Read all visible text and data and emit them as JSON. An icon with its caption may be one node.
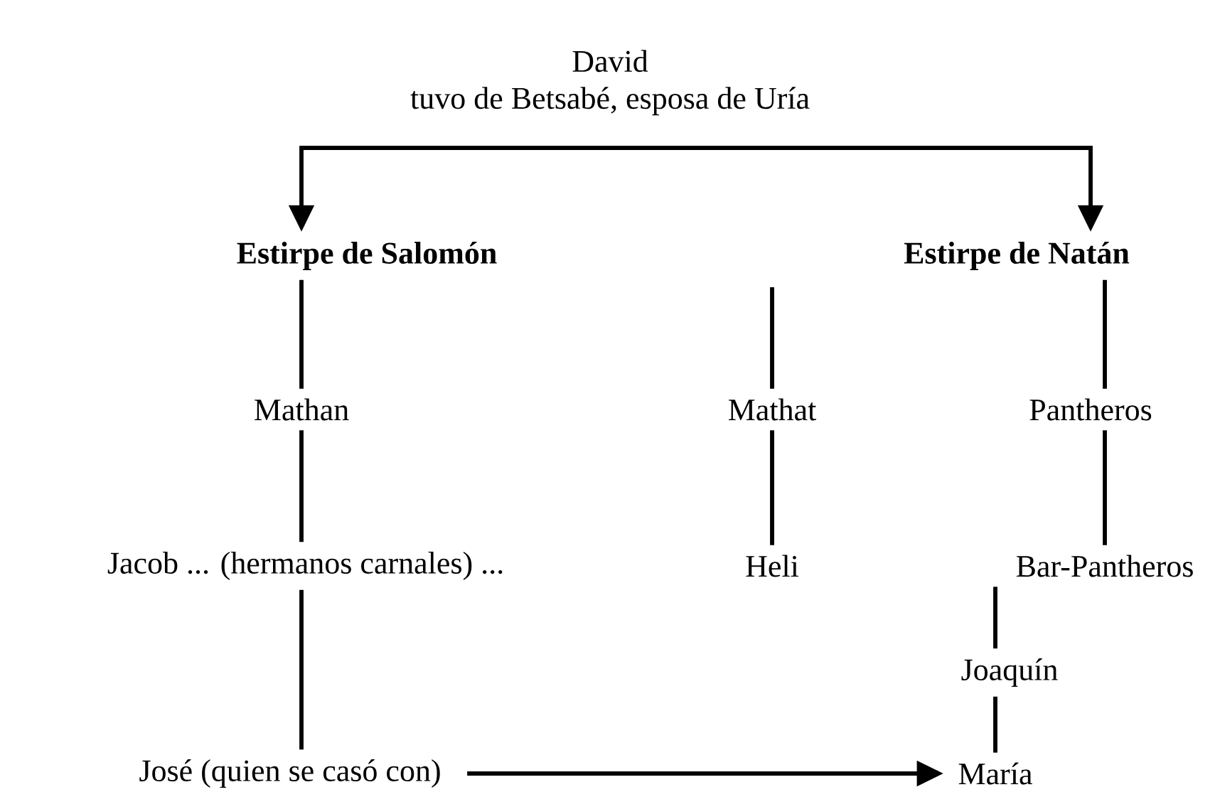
{
  "diagram": {
    "nodes": [
      {
        "text": [
          "David",
          "tuvo de Betsabé, esposa de Uría"
        ]
      },
      {
        "text": [
          "Estirpe de Salomón"
        ]
      },
      {
        "text": [
          "Estirpe de Natán"
        ]
      },
      {
        "text": [
          "Mathan"
        ]
      },
      {
        "text": [
          "Mathat"
        ]
      },
      {
        "text": [
          "Pantheros"
        ]
      },
      {
        "text": [
          "Jacob ... (hermanos carnales) ..."
        ]
      },
      {
        "text": [
          "Heli"
        ]
      },
      {
        "text": [
          "Bar-Pantheros"
        ]
      },
      {
        "text": [
          "Joaquín"
        ]
      },
      {
        "text": [
          "José (quien se casó con)"
        ]
      },
      {
        "text": [
          "María"
        ]
      }
    ],
    "edges": [
      {
        "from": 0,
        "to": 1,
        "arrow": "to"
      },
      {
        "from": 0,
        "to": 2,
        "arrow": "to"
      },
      {
        "from": 1,
        "to": 3,
        "arrow": "none"
      },
      {
        "from": null,
        "to": 4,
        "arrow": "none"
      },
      {
        "from": 2,
        "to": 5,
        "arrow": "none"
      },
      {
        "from": 3,
        "to": 6,
        "arrow": "none"
      },
      {
        "from": 4,
        "to": 7,
        "arrow": "none"
      },
      {
        "from": 5,
        "to": 8,
        "arrow": "none"
      },
      {
        "from": 6,
        "to": 10,
        "arrow": "none"
      },
      {
        "from": 8,
        "to": 9,
        "arrow": "none"
      },
      {
        "from": 9,
        "to": 11,
        "arrow": "none"
      },
      {
        "from": 10,
        "to": 11,
        "arrow": "to"
      }
    ]
  }
}
